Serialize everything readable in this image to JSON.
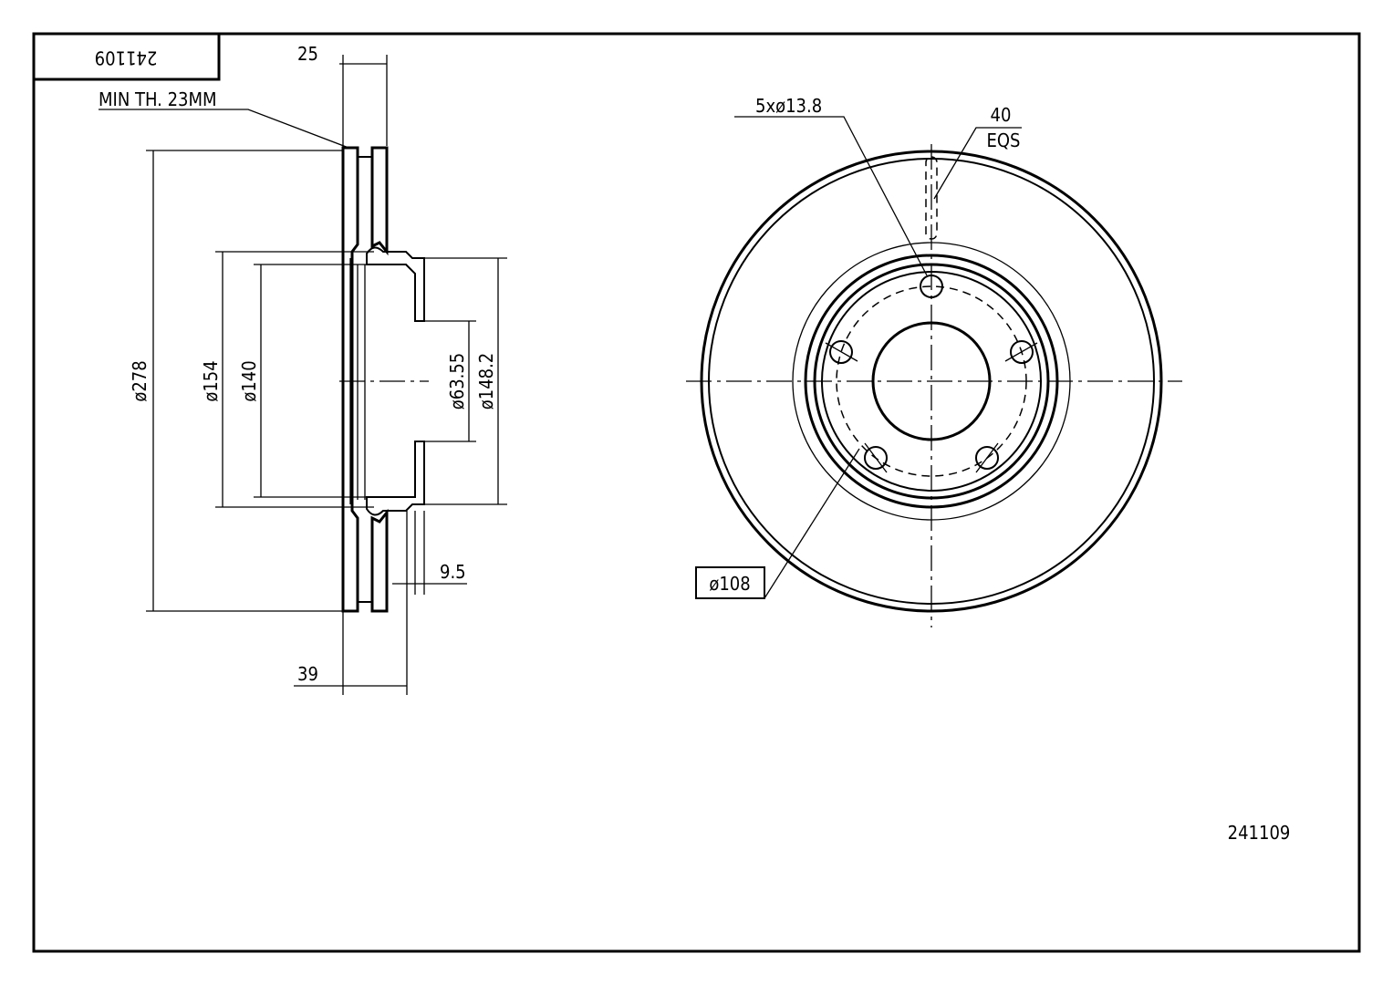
{
  "title_block": {
    "part_number_rotated": "241109",
    "part_number": "241109"
  },
  "side_view": {
    "width_label": "25",
    "min_thickness_label": "MIN TH. 23MM",
    "outer_diameter_label": "ø278",
    "d154_label": "ø154",
    "d140_label": "ø140",
    "bore_label": "ø63.55",
    "d148_label": "ø148.2",
    "offset_label": "9.5",
    "height_label": "39"
  },
  "front_view": {
    "bolt_holes_label": "5xø13.8",
    "eqs_count_label": "40",
    "eqs_label": "EQS",
    "pcd_label": "ø108"
  }
}
